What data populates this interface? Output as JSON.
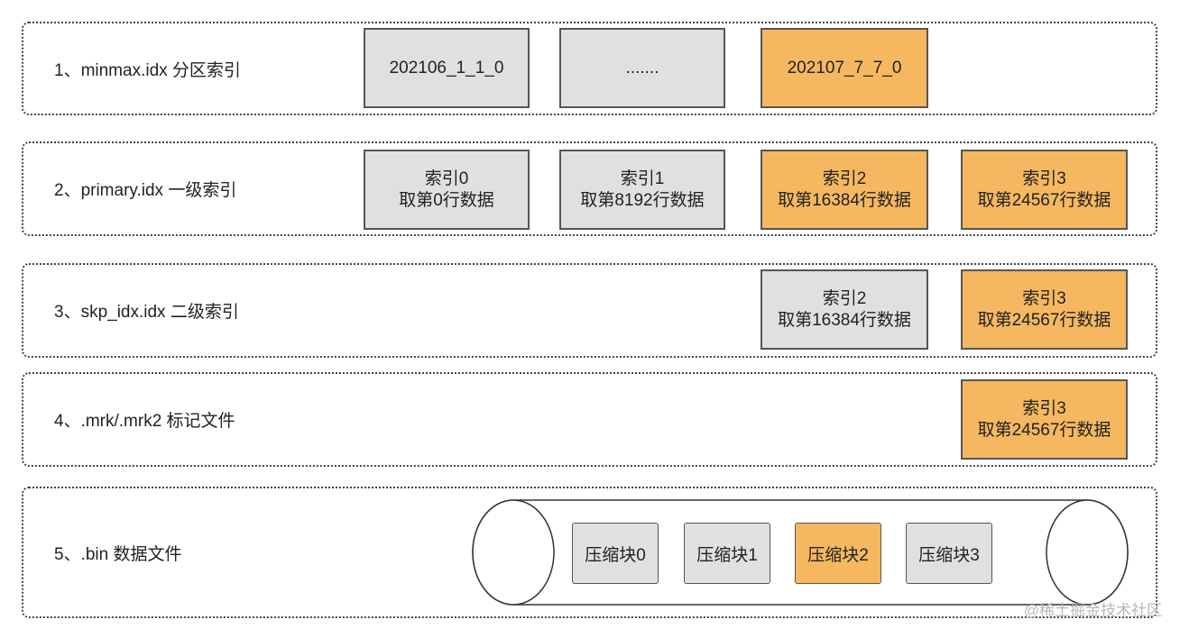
{
  "rows": [
    {
      "label": "1、minmax.idx 分区索引"
    },
    {
      "label": "2、primary.idx 一级索引"
    },
    {
      "label": "3、skp_idx.idx 二级索引"
    },
    {
      "label": "4、.mrk/.mrk2 标记文件"
    },
    {
      "label": "5、.bin 数据文件"
    }
  ],
  "minmax_boxes": [
    "202106_1_1_0",
    ".......",
    "202107_7_7_0"
  ],
  "primary_boxes": [
    {
      "line1": "索引0",
      "line2": "取第0行数据"
    },
    {
      "line1": "索引1",
      "line2": "取第8192行数据"
    },
    {
      "line1": "索引2",
      "line2": "取第16384行数据"
    },
    {
      "line1": "索引3",
      "line2": "取第24567行数据"
    }
  ],
  "skp_boxes": [
    {
      "line1": "索引2",
      "line2": "取第16384行数据"
    },
    {
      "line1": "索引3",
      "line2": "取第24567行数据"
    }
  ],
  "mrk_boxes": [
    {
      "line1": "索引3",
      "line2": "取第24567行数据"
    }
  ],
  "bin_blocks": [
    "压缩块0",
    "压缩块1",
    "压缩块2",
    "压缩块3"
  ],
  "watermark": "@稀土掘金技术社区",
  "colors": {
    "gray": "#e0e0e0",
    "orange": "#f5b860",
    "border": "#555555"
  }
}
